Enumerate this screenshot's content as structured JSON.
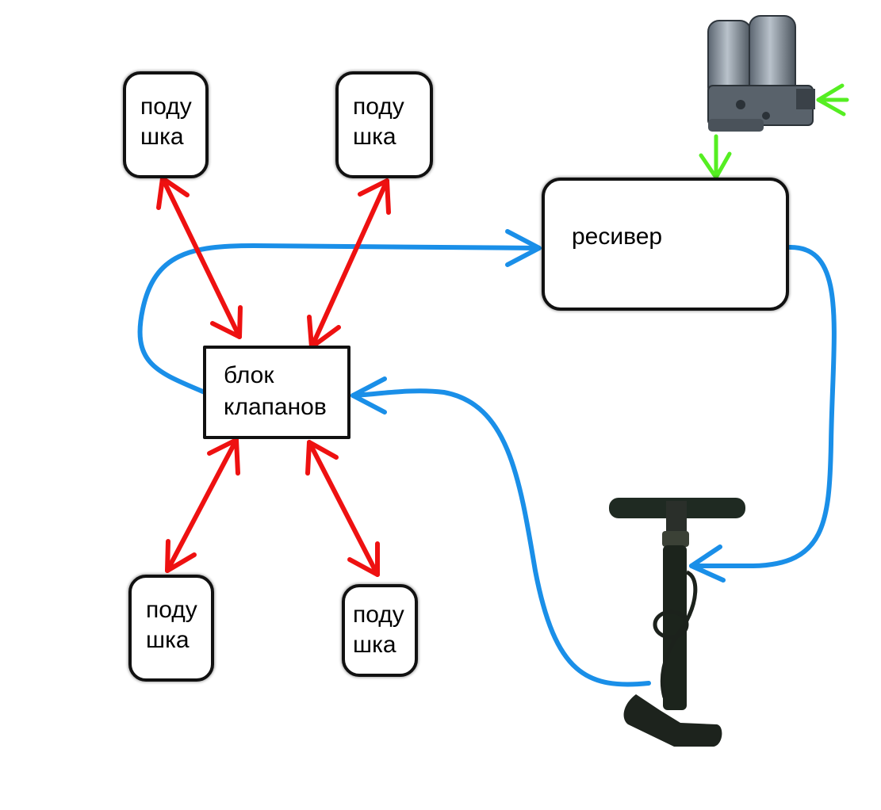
{
  "pillows": [
    {
      "line1": "поду",
      "line2": "шка"
    },
    {
      "line1": "поду",
      "line2": "шка"
    },
    {
      "line1": "поду",
      "line2": "шка"
    },
    {
      "line1": "поду",
      "line2": "шка"
    }
  ],
  "receiver": {
    "label": "ресивер"
  },
  "valve_block": {
    "line1": "блок",
    "line2": "клапанов"
  },
  "colors": {
    "pillow_link": "#ee1111",
    "air_line": "#1a8fe8",
    "compressor_arrow": "#55ee22",
    "box_border": "#111111"
  },
  "icons": {
    "compressor": "air-compressor-icon",
    "hand_pump": "hand-pump-icon"
  }
}
